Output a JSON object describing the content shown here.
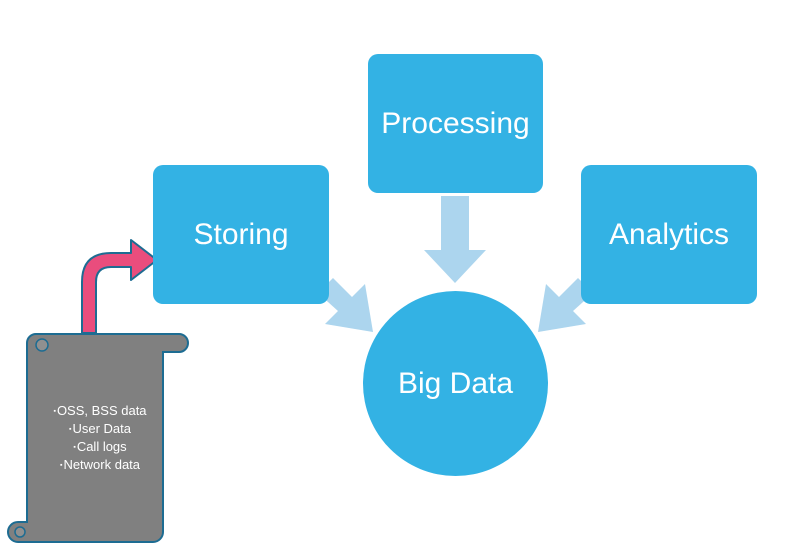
{
  "nodes": {
    "storing": "Storing",
    "processing": "Processing",
    "analytics": "Analytics",
    "center": "Big Data"
  },
  "source_scroll": {
    "bullet": "▪",
    "items": [
      "OSS, BSS data",
      "User Data",
      "Call logs",
      "Network data"
    ]
  },
  "colors": {
    "box_fill": "#33b2e4",
    "arrow_fill": "#acd5ee",
    "scroll_fill": "#808080",
    "scroll_border": "#1d6c92",
    "pink_arrow": "#e94d7d"
  }
}
